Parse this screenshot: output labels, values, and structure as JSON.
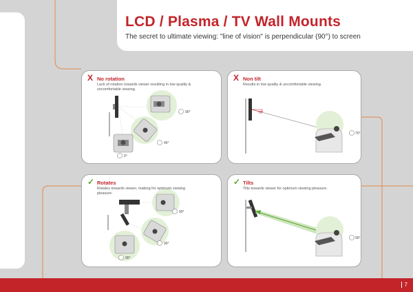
{
  "header": {
    "title": "LCD / Plasma / TV Wall Mounts",
    "subtitle": "The secret to ultimate viewing: \"line of vision\" is perpendicular (90°) to screen"
  },
  "panels": [
    {
      "mark": "X",
      "title": "No rotation",
      "description": "Lack of rotation towards viewer resulting in low quality & uncomfortable viewing.",
      "angles": [
        "90°",
        "45°",
        "0°"
      ]
    },
    {
      "mark": "X",
      "title": "Non tilt",
      "description": "Results in low quality & uncomfortable viewing.",
      "angles": [
        "70°",
        "70°"
      ]
    },
    {
      "mark": "✓",
      "title": "Rotates",
      "description": "Rotates towards viewer, making for optimum viewing pleasure.",
      "angles": [
        "90°",
        "90°",
        "90°"
      ]
    },
    {
      "mark": "✓",
      "title": "Tilts",
      "description": "Tilts towards viewer for optimum viewing pleasure.",
      "angles": [
        "90°"
      ]
    }
  ],
  "footer": {
    "page": "7"
  },
  "colors": {
    "accent": "#c2242a",
    "check": "#5aa62e",
    "orange_line": "#e08a4a"
  }
}
